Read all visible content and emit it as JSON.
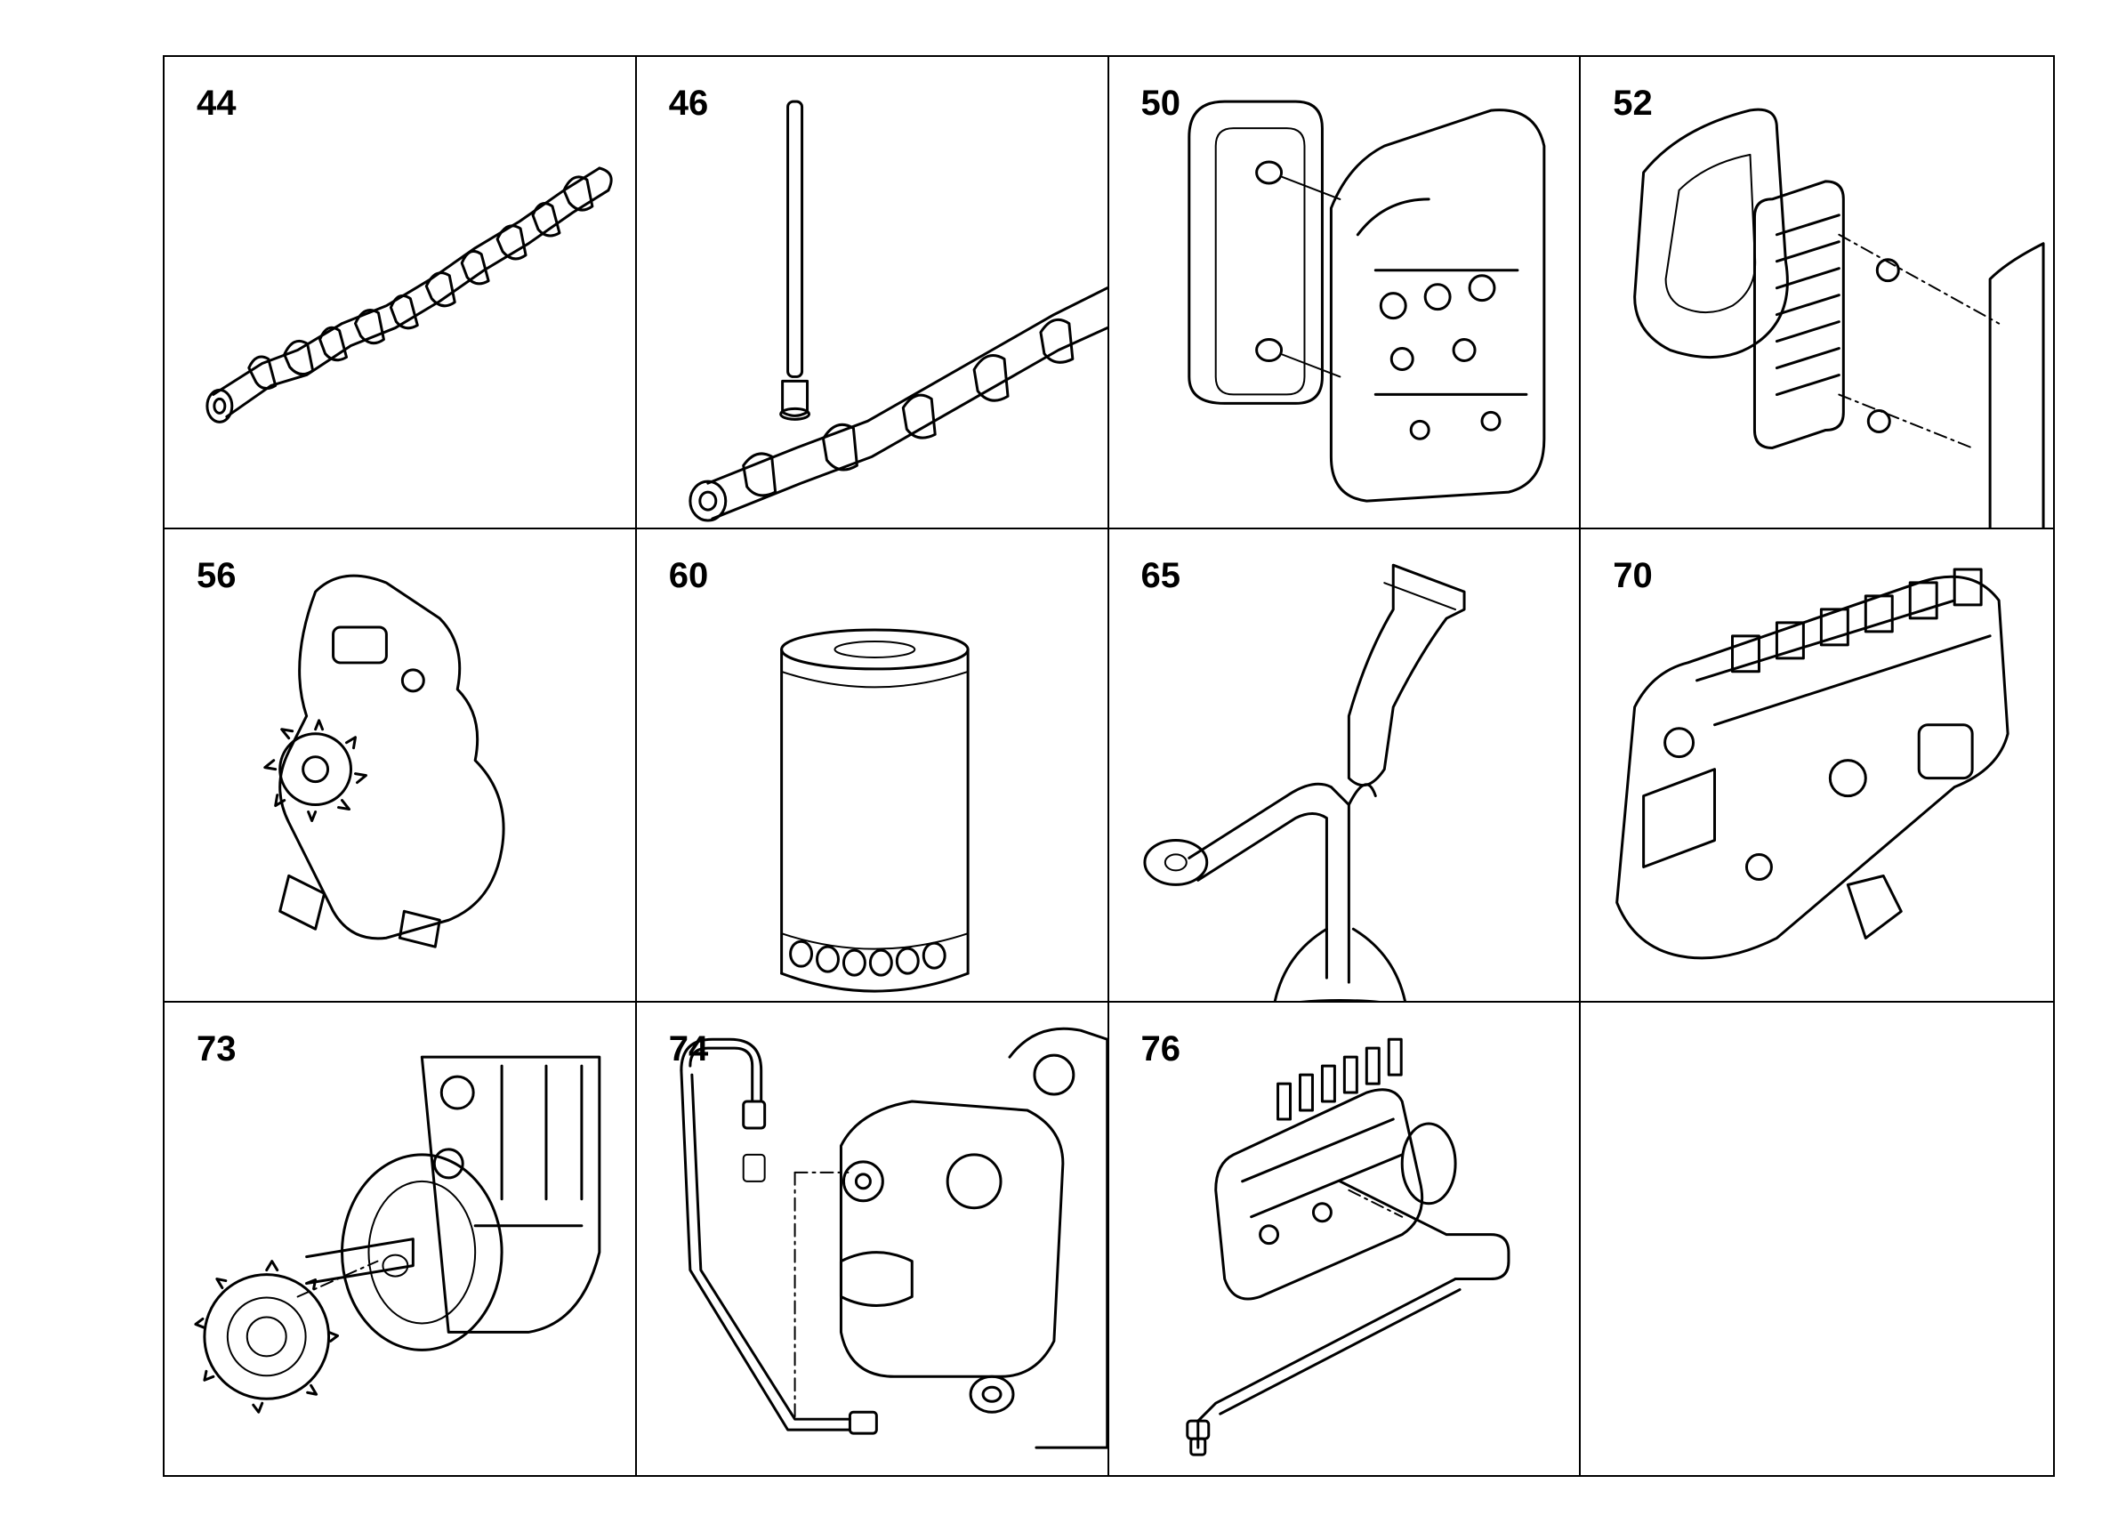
{
  "parts": [
    {
      "number": "44",
      "icon": "camshaft-icon"
    },
    {
      "number": "46",
      "icon": "camshaft-with-pushrod-icon"
    },
    {
      "number": "50",
      "icon": "oil-cooler-cover-icon"
    },
    {
      "number": "52",
      "icon": "oil-cooler-gasket-icon"
    },
    {
      "number": "56",
      "icon": "oil-pump-icon"
    },
    {
      "number": "60",
      "icon": "oil-filter-icon"
    },
    {
      "number": "65",
      "icon": "oil-suction-pipe-icon"
    },
    {
      "number": "70",
      "icon": "injection-pump-icon"
    },
    {
      "number": "73",
      "icon": "injection-pump-gear-icon"
    },
    {
      "number": "74",
      "icon": "oil-feed-line-icon"
    },
    {
      "number": "76",
      "icon": "pump-oil-return-line-icon"
    },
    {
      "number": "",
      "icon": ""
    }
  ]
}
